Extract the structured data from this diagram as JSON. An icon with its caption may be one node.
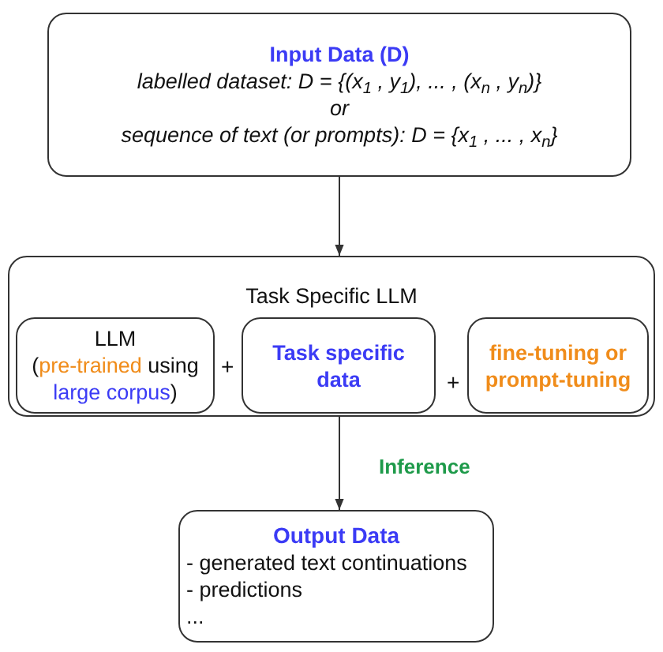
{
  "diagram": {
    "nodes": [
      {
        "text": [
          "Input Data (D)",
          "labelled dataset: D = {(x$_{1}$ , y$_{1}$), ... , (x$_{n}$ , y$_{n}$)}",
          "or",
          "sequence of text (or prompts): D = {x$_{1}$ , ... , x$_{n}$}"
        ]
      },
      {
        "text": [
          "Task Specific LLM"
        ]
      },
      {
        "text": [
          "LLM",
          "(**pre-trained** using **large corpus**)"
        ],
        "in": 1
      },
      {
        "text": [
          "Task specific data"
        ],
        "in": 1
      },
      {
        "text": [
          "fine-tuning or prompt-tuning"
        ],
        "in": 1
      },
      {
        "text": [
          "Output Data",
          "- generated text continuations",
          "- predictions",
          "..."
        ]
      }
    ],
    "edges": [
      {
        "from": 0,
        "to": 1,
        "arrow": "to"
      },
      {
        "from": 1,
        "to": 5,
        "arrow": "to",
        "label": "Inference"
      }
    ],
    "labels": [
      "+",
      "+"
    ]
  }
}
